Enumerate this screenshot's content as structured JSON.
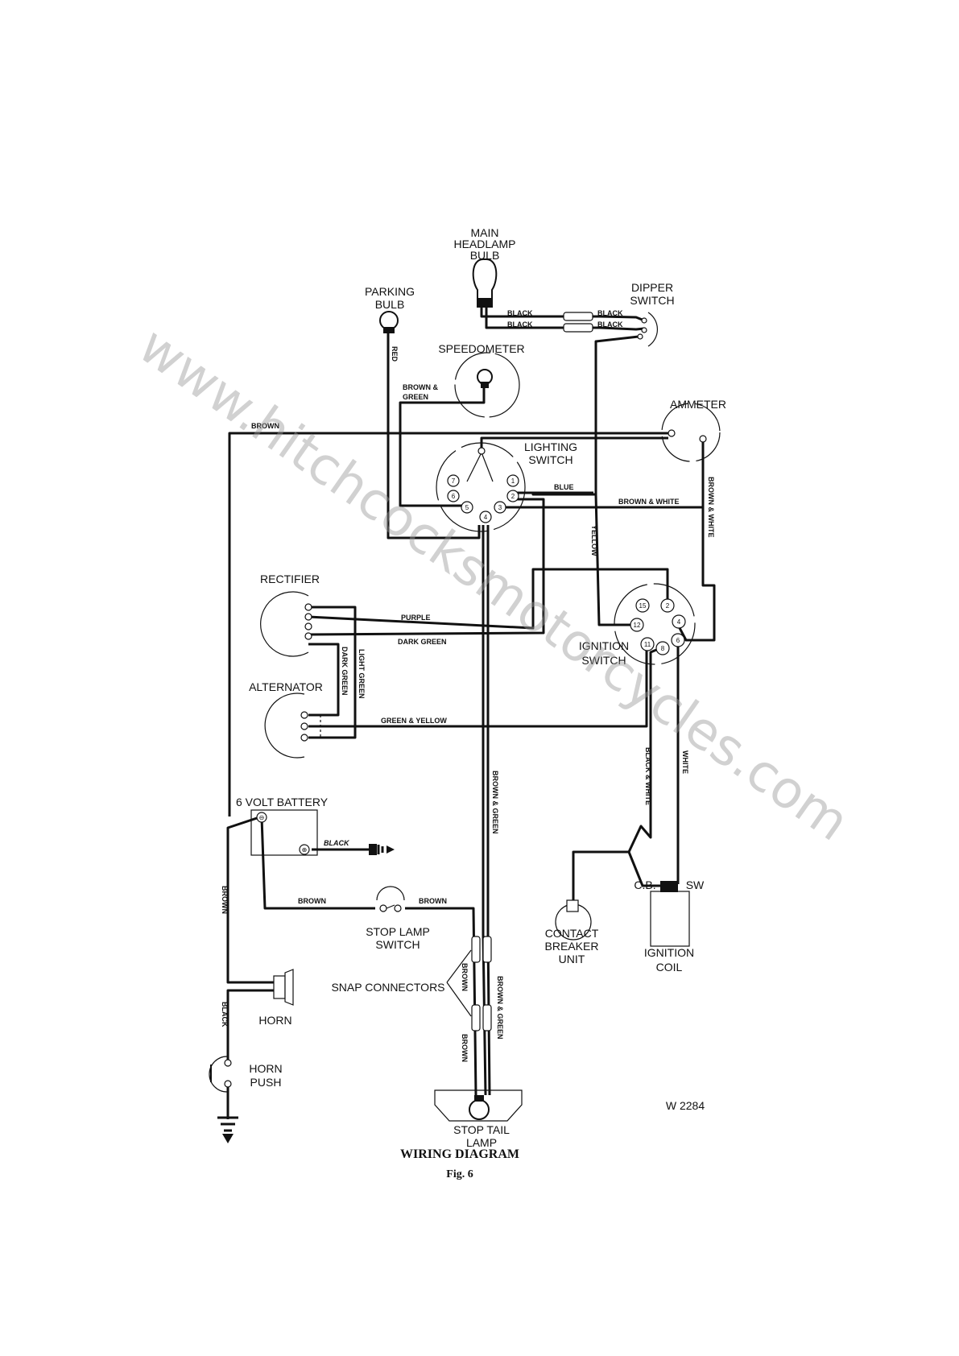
{
  "components": {
    "main_headlamp": [
      "MAIN",
      "HEADLAMP",
      "BULB"
    ],
    "parking": [
      "PARKING",
      "BULB"
    ],
    "dipper": [
      "DIPPER",
      "SWITCH"
    ],
    "speedometer": "SPEEDOMETER",
    "ammeter": "AMMETER",
    "lighting_switch": [
      "LIGHTING",
      "SWITCH"
    ],
    "rectifier": "RECTIFIER",
    "alternator": "ALTERNATOR",
    "ignition_switch": [
      "IGNITION",
      "SWITCH"
    ],
    "battery": "6 VOLT BATTERY",
    "stop_lamp_switch": [
      "STOP  LAMP",
      "SWITCH"
    ],
    "contact_breaker": [
      "CONTACT",
      "BREAKER",
      "UNIT"
    ],
    "ignition_coil": [
      "IGNITION",
      "COIL"
    ],
    "coil_cb": "C.B.",
    "coil_sw": "SW",
    "snap_connectors": "SNAP  CONNECTORS",
    "horn": "HORN",
    "horn_push": [
      "HORN",
      "PUSH"
    ],
    "stop_tail_lamp": [
      "STOP TAIL",
      "LAMP"
    ]
  },
  "battery_terminals": {
    "negative": "⊖",
    "positive": "⊕"
  },
  "lighting_switch_pins": [
    "1",
    "2",
    "3",
    "4",
    "5",
    "6",
    "7"
  ],
  "ignition_switch_pins": [
    "15",
    "2",
    "4",
    "6",
    "8",
    "11",
    "12"
  ],
  "wire_labels": {
    "black_1": "BLACK",
    "black_2": "BLACK",
    "black_3": "BLACK",
    "black_4": "BLACK",
    "red": "RED",
    "brown_green_speedo": "BROWN &",
    "brown_green_speedo_2": "GREEN",
    "brown_top": "BROWN",
    "blue": "BLUE",
    "brown_white_h": "BROWN & WHITE",
    "brown_white_v": "BROWN & WHITE",
    "yellow": "YELLOW",
    "purple": "PURPLE",
    "dark_green_h": "DARK GREEN",
    "dark_green_v": "DARK GREEN",
    "light_green": "LIGHT GREEN",
    "green_yellow": "GREEN & YELLOW",
    "brown_green_long": "BROWN & GREEN",
    "black_white": "BLACK & WHITE",
    "white": "WHITE",
    "black_battery": "BLACK",
    "brown_battery": "BROWN",
    "brown_stop": "BROWN",
    "brown_left": "BROWN",
    "black_horn": "BLACK",
    "brown_snap_1": "BROWN",
    "brown_snap_2": "BROWN",
    "brown_green_snap": "BROWN & GREEN"
  },
  "reference": "W 2284",
  "caption": {
    "title": "WIRING DIAGRAM",
    "fig": "Fig. 6"
  },
  "watermark": "www.hitchcocksmotorcycles.com"
}
